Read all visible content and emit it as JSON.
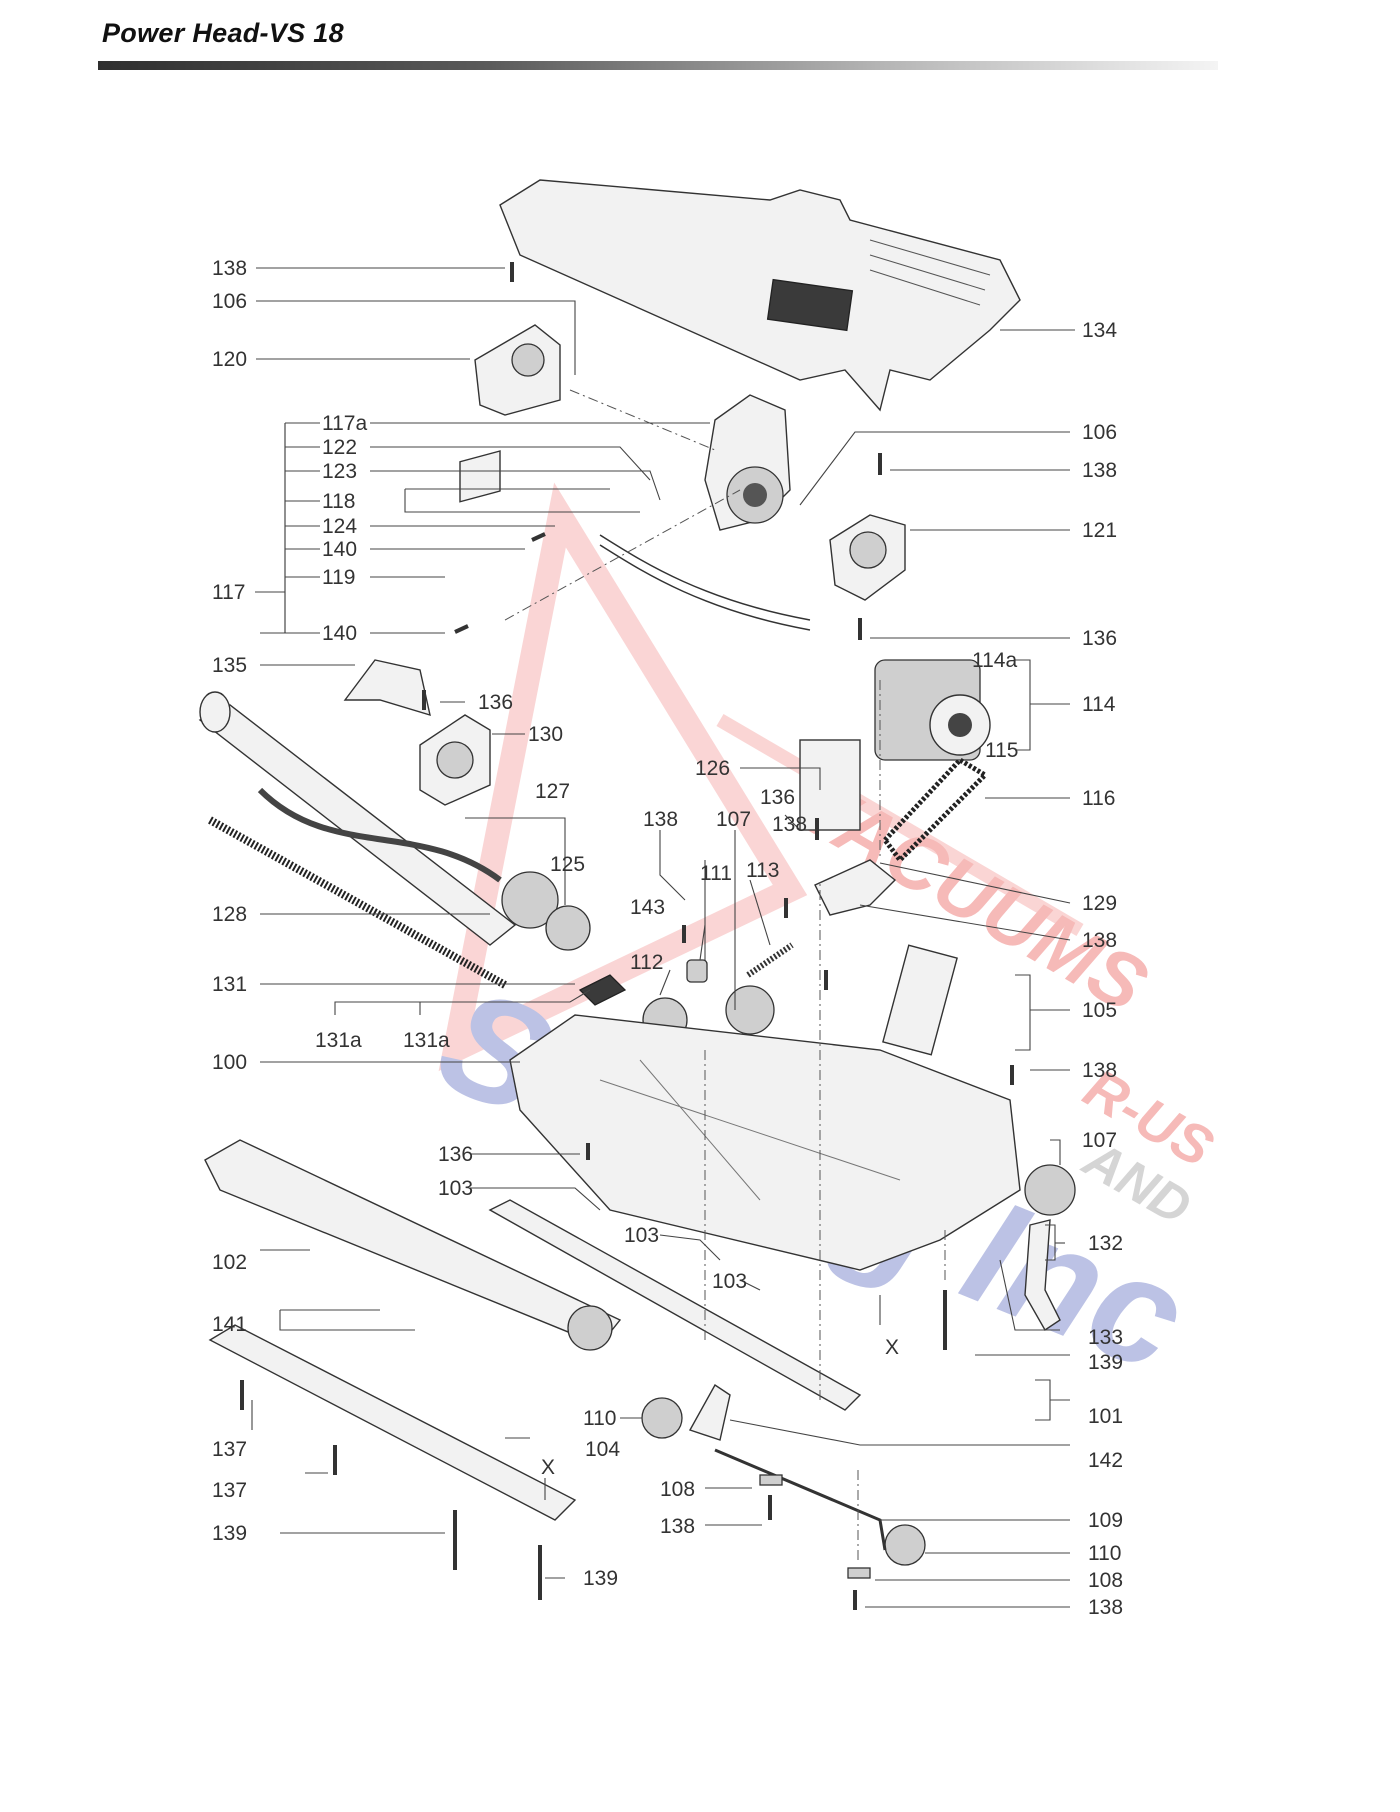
{
  "header": {
    "title": "Power Head-VS 18"
  },
  "watermark": {
    "line1": "VACUUMS",
    "line2": "R-US",
    "line3": "AND",
    "line4": "Sewing Inc",
    "color_red": "#e53935",
    "color_blue": "#3f51b5"
  },
  "callouts": {
    "c134": "134",
    "c138a": "138",
    "c106a": "106",
    "c120": "120",
    "c117a": "117a",
    "c122": "122",
    "c123": "123",
    "c118": "118",
    "c124": "124",
    "c140a": "140",
    "c119": "119",
    "c117": "117",
    "c140b": "140",
    "c106b": "106",
    "c138b": "138",
    "c121": "121",
    "c136a": "136",
    "c114a": "114a",
    "c114": "114",
    "c115": "115",
    "c116": "116",
    "c126": "126",
    "c135": "135",
    "c136b": "136",
    "c130": "130",
    "c127": "127",
    "c125": "125",
    "c128": "128",
    "c136c": "136",
    "c138c": "138",
    "c107a": "107",
    "c138d": "138",
    "c111": "111",
    "c113": "113",
    "c143": "143",
    "c112": "112",
    "c129": "129",
    "c138e": "138",
    "c105": "105",
    "c138f": "138",
    "c107b": "107",
    "c131": "131",
    "c131a1": "131a",
    "c131a2": "131a",
    "c100": "100",
    "c136d": "136",
    "c103a": "103",
    "c103b": "103",
    "c103c": "103",
    "c132": "132",
    "c133": "133",
    "c139a": "139",
    "c102": "102",
    "cX1": "X",
    "c141": "141",
    "c101": "101",
    "c110a": "110",
    "c142": "142",
    "c137a": "137",
    "c104": "104",
    "cX2": "X",
    "c137b": "137",
    "c108a": "108",
    "c138g": "138",
    "c109": "109",
    "c139b": "139",
    "c139c": "139",
    "c110b": "110",
    "c108b": "108",
    "c138h": "138"
  }
}
